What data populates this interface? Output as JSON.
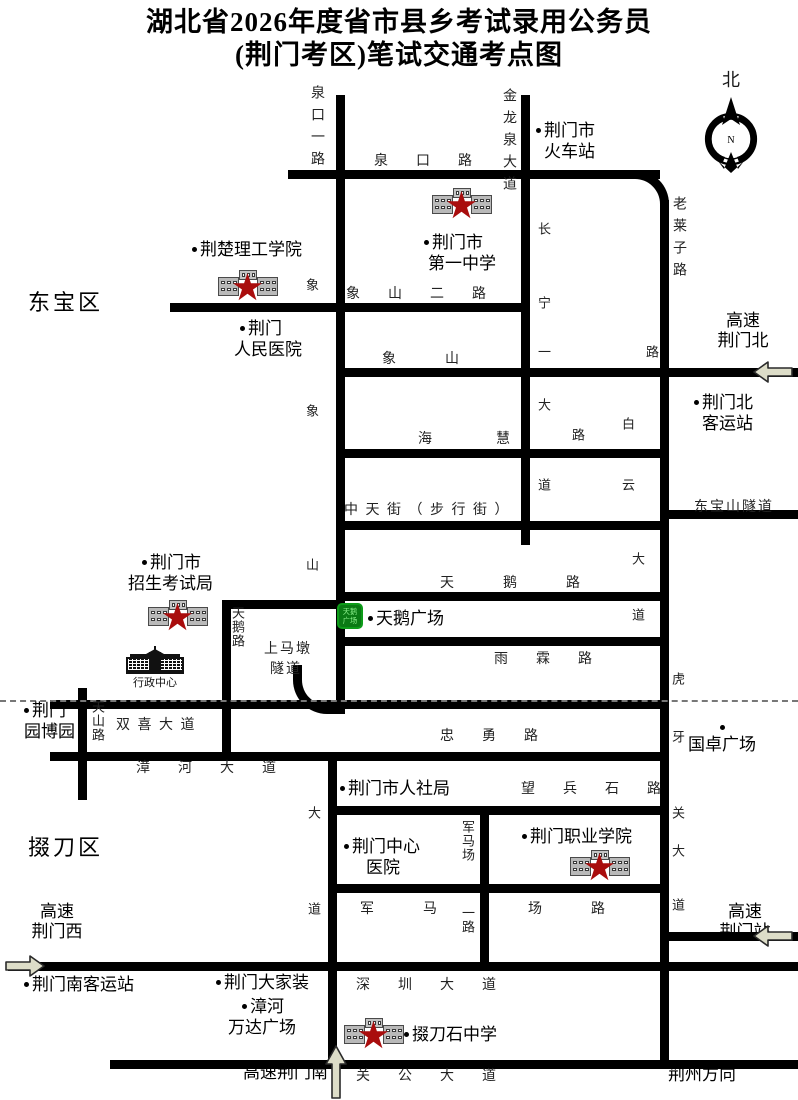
{
  "title": {
    "line1": "湖北省2026年度省市县乡考试录用公务员",
    "line2": "(荆门考区)笔试交通考点图"
  },
  "compass": {
    "label": "北",
    "inner": "N"
  },
  "districts": [
    {
      "name": "东宝区"
    },
    {
      "name": "掇刀区"
    }
  ],
  "roads_h": [
    {
      "name": "泉 口 路"
    },
    {
      "name": "象 山 二 路"
    },
    {
      "name": "象 山"
    },
    {
      "name": "海 慧"
    },
    {
      "name": "中 天 街 （ 步 行 街 ）"
    },
    {
      "name": "天 鹅 路"
    },
    {
      "name": "雨 霖 路"
    },
    {
      "name": "忠 勇 路"
    },
    {
      "name": "望 兵 石 路"
    },
    {
      "name": "军 马 场"
    },
    {
      "name": "场 路"
    },
    {
      "name": "深 圳 大 道"
    },
    {
      "name": "关 公 大 道"
    },
    {
      "name": "双 喜 大 道"
    },
    {
      "name": "漳 河 大 道"
    },
    {
      "name": "白 云 大 道"
    },
    {
      "name": "东宝山隧道"
    },
    {
      "name": "上马墩\n隧道"
    }
  ],
  "roads_v": [
    {
      "name": "泉口一路"
    },
    {
      "name": "金龙泉大道"
    },
    {
      "name": "长宁一路"
    },
    {
      "name": "老莱子路"
    },
    {
      "name": "象山路"
    },
    {
      "name": "天鹅路"
    },
    {
      "name": "天山路"
    },
    {
      "name": "虎牙关大道"
    },
    {
      "name": "军马场一路"
    },
    {
      "name": "大道"
    }
  ],
  "road_labels": {
    "quankou_lu": "泉　口　路",
    "quankou_yilu": "泉口一路",
    "jinlongquan": "金龙泉大道",
    "xiangshan_erlu": "象　山　二　路",
    "xiangshan": "象　　山",
    "xiangshan_v": "象",
    "shan_v": "山",
    "changning_chang": "长",
    "changning_ning": "宁",
    "changning_yi": "一",
    "changning_lu": "路",
    "laolaizi": "老莱子路",
    "haihui_hai": "海",
    "haihui_hui": "慧",
    "baiyun_da": "大",
    "baiyun_lu": "路",
    "baiyun_bai": "白",
    "baiyun_dao": "道",
    "baiyun_yun": "云",
    "zhongtianjie": "中 天 街 （ 步 行 街 ）",
    "dongbaoshan_tunnel": "东宝山隧道",
    "tian_e_lu": "天　　鹅　　路",
    "dadao_da": "大",
    "dadao_dao": "道",
    "yulin_lu": "雨　霖　路",
    "zhongyong_lu": "忠　勇　路",
    "wangbingshi_lu": "望　兵　石　路",
    "tiane_v": "天鹅路",
    "shangmadun": "上马墩",
    "suidao": "隧道",
    "tianshan_lu": "天山路",
    "shuangxi_dadao": "双 喜 大 道",
    "zhanghe_dadao": "漳　河　大　道",
    "huya_hu": "虎",
    "huya_ya": "牙",
    "huya_guan": "关",
    "huya_da": "大",
    "huya_dao": "道",
    "junmachang_v": "军马场",
    "junma": "军　　马",
    "yilu": "一路",
    "changlu": "场　　路",
    "shenzhen_dadao": "深　圳　大　道",
    "guangong_dadao": "关　公　大　道",
    "dadao_left_da": "大",
    "dadao_left_dao": "道"
  },
  "places": [
    {
      "name": "荆门市\n火车站"
    },
    {
      "name": "荆楚理工学院",
      "exam_site": true
    },
    {
      "name": "荆门市\n第一中学",
      "exam_site": true
    },
    {
      "name": "荆门\n人民医院"
    },
    {
      "name": "荆门市\n招生考试局",
      "exam_site": true
    },
    {
      "name": "行政中心"
    },
    {
      "name": "天鹅广场"
    },
    {
      "name": "荆门北\n客运站"
    },
    {
      "name": "国卓广场"
    },
    {
      "name": "荆门\n园博园"
    },
    {
      "name": "荆门市人社局"
    },
    {
      "name": "荆门中心\n医院"
    },
    {
      "name": "荆门职业学院",
      "exam_site": true
    },
    {
      "name": "荆门南客运站"
    },
    {
      "name": "荆门大家装"
    },
    {
      "name": "漳河\n万达广场"
    },
    {
      "name": "掇刀石中学",
      "exam_site": true
    }
  ],
  "place_labels": {
    "huochezhan_1": "荆门市",
    "huochezhan_2": "火车站",
    "jingchu": "荆楚理工学院",
    "diyi_1": "荆门市",
    "diyi_2": "第一中学",
    "renmin_1": "荆门",
    "renmin_2": "人民医院",
    "zhaosheng_1": "荆门市",
    "zhaosheng_2": "招生考试局",
    "xingzheng": "行政中心",
    "tianeguangchang": "天鹅广场",
    "tianesign_1": "天鹅",
    "tianesign_2": "广场",
    "beikeyun_1": "荆门北",
    "beikeyun_2": "客运站",
    "guozhuo": "国卓广场",
    "yuanbo_1": "荆门",
    "yuanbo_2": "园博园",
    "renshe": "荆门市人社局",
    "zhongxin_1": "荆门中心",
    "zhongxin_2": "医院",
    "zhiye": "荆门职业学院",
    "nankeyun": "荆门南客运站",
    "dajiazhuang": "荆门大家装",
    "wanda_1": "漳河",
    "wanda_2": "万达广场",
    "duodaoshi": "掇刀石中学"
  },
  "highways": [
    {
      "label": "高速\n荆门北",
      "direction": "left"
    },
    {
      "label": "高速\n荆门西",
      "direction": "right"
    },
    {
      "label": "高速\n荆门站",
      "direction": "left"
    },
    {
      "label": "高速荆门南",
      "direction": "up"
    },
    {
      "label": "荆州方向",
      "direction": "none"
    }
  ],
  "highway_labels": {
    "beibei_1": "高速",
    "beibei_2": "荆门北",
    "xi_1": "高速",
    "xi_2": "荆门西",
    "zhan_1": "高速",
    "zhan_2": "荆门站",
    "nan": "高速荆门南",
    "jingzhou": "荆州方向"
  },
  "colors": {
    "road": "#000000",
    "star": "#a90d0d",
    "building": "#b9b9b9",
    "plaza_sign": "#0a7a14",
    "arrow_fill": "#ddddc8",
    "boundary": "#777777"
  }
}
